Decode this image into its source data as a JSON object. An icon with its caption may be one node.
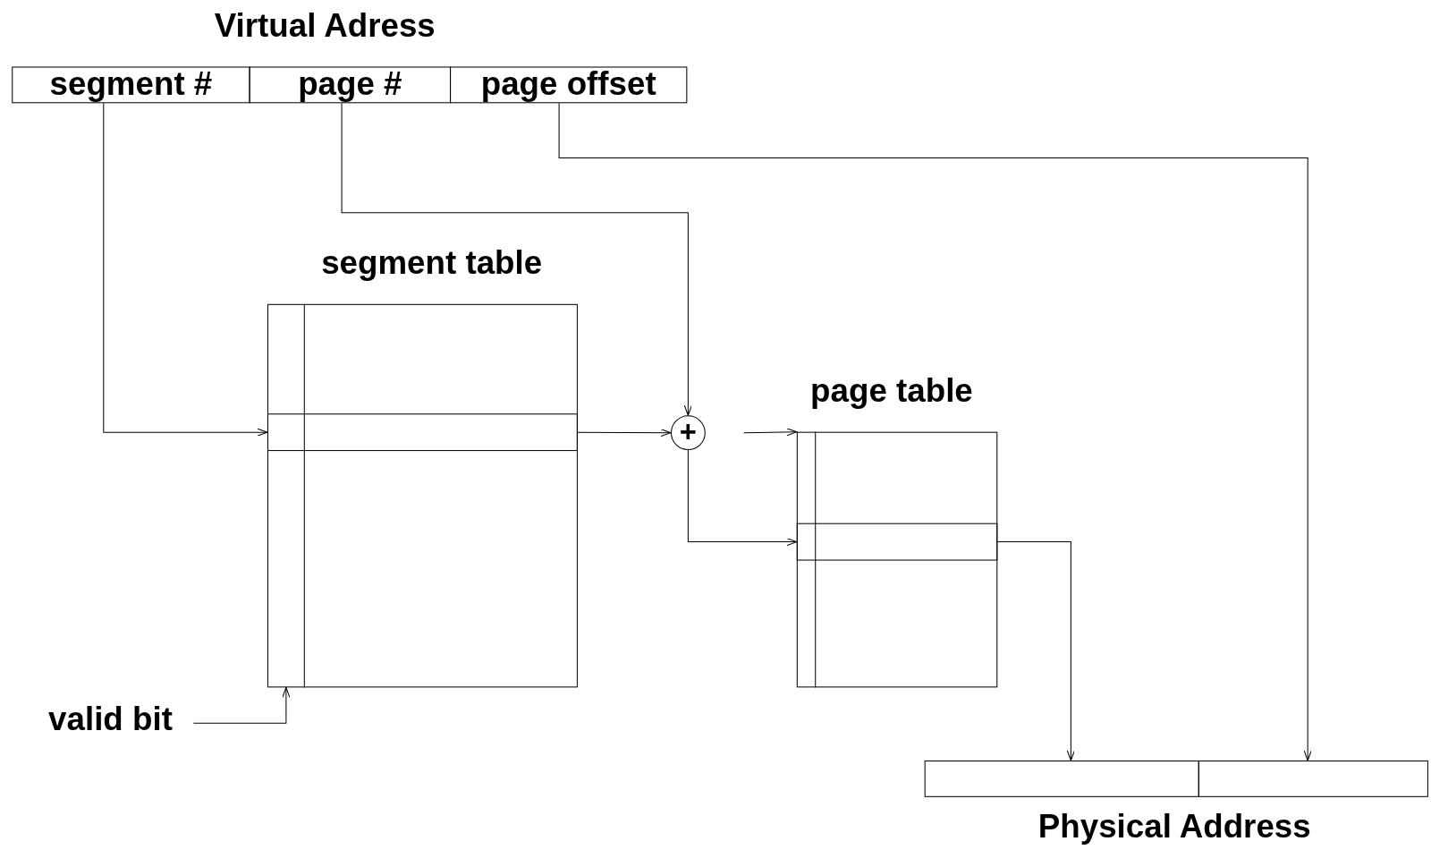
{
  "diagram": {
    "nodes": [
      {
        "text": [
          "Virtual Adress"
        ]
      },
      {
        "text": [
          "segment #"
        ],
        "in": 0
      },
      {
        "text": [
          "page #"
        ],
        "in": 0
      },
      {
        "text": [
          "page offset"
        ],
        "in": 0
      },
      {
        "text": [
          "segment table"
        ]
      },
      {
        "text": [],
        "shape": "bar",
        "in": 4
      },
      {
        "text": [],
        "shape": "bar",
        "in": 4
      },
      {
        "text": [
          "+"
        ]
      },
      {
        "text": [
          "page table"
        ]
      },
      {
        "text": [],
        "shape": "bar",
        "in": 8
      },
      {
        "text": [
          "Physical Address"
        ]
      },
      {
        "text": [],
        "shape": "box",
        "in": 10
      },
      {
        "text": [],
        "shape": "box",
        "in": 10
      },
      {
        "text": [
          "valid bit"
        ]
      }
    ],
    "edges": [
      {
        "from": 1,
        "to": 5,
        "arrow": "to"
      },
      {
        "from": 2,
        "to": 7,
        "arrow": "to"
      },
      {
        "from": 5,
        "to": 7,
        "arrow": "to"
      },
      {
        "from": 7,
        "to": 9,
        "arrow": "to"
      },
      {
        "from": null,
        "to": 8,
        "arrow": "to"
      },
      {
        "from": 9,
        "to": 11,
        "arrow": "to"
      },
      {
        "from": 3,
        "to": 12,
        "arrow": "to"
      },
      {
        "from": 13,
        "to": 6,
        "arrow": "to"
      }
    ]
  }
}
